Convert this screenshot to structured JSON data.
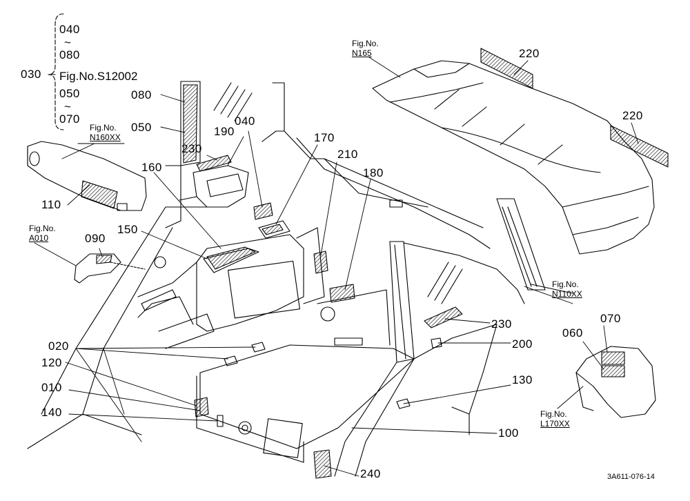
{
  "part_labels": {
    "p030": "030",
    "p040_top": "040",
    "p080_top": "080",
    "p050_top": "050",
    "p070_top": "070",
    "p080": "080",
    "p050": "050",
    "p190": "190",
    "p040": "040",
    "p230_top": "230",
    "p160": "160",
    "p110": "110",
    "p090": "090",
    "p150": "150",
    "p170": "170",
    "p210": "210",
    "p180": "180",
    "p220_a": "220",
    "p220_b": "220",
    "p230_bottom": "230",
    "p200": "200",
    "p070": "070",
    "p060": "060",
    "p020": "020",
    "p120": "120",
    "p010": "010",
    "p140": "140",
    "p130": "130",
    "p100": "100",
    "p240": "240"
  },
  "bracket_text": {
    "tilde_1": "~",
    "tilde_2": "~",
    "fig_s12002": "Fig.No.S12002"
  },
  "figure_refs": {
    "n165": {
      "prefix": "Fig.No.",
      "num": "N165"
    },
    "n160xx": {
      "prefix": "Fig.No.",
      "num": "N160XX"
    },
    "a010": {
      "prefix": "Fig.No.",
      "num": "A010"
    },
    "n110xx": {
      "prefix": "Fig.No.",
      "num": "N110XX"
    },
    "l170xx": {
      "prefix": "Fig.No.",
      "num": "L170XX"
    }
  },
  "drawing_code": "3A611-076-14"
}
